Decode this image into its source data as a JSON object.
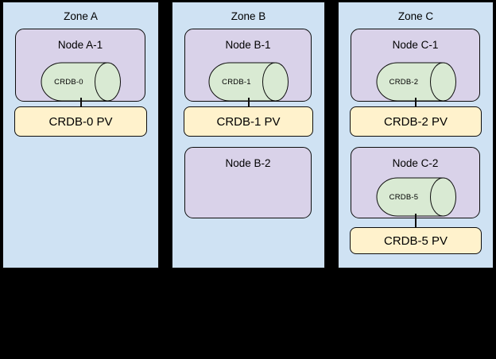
{
  "colors": {
    "canvas-bg": "#000000",
    "zone-fill": "#cfe2f3",
    "node-fill": "#d9d2e9",
    "db-fill": "#d9ead3",
    "pv-fill": "#fff2cc",
    "border": "#0d0d0d"
  },
  "zones": [
    {
      "label": "Zone A",
      "nodes": [
        {
          "label": "Node A-1",
          "db": "CRDB-0",
          "pv": "CRDB-0 PV"
        }
      ]
    },
    {
      "label": "Zone B",
      "nodes": [
        {
          "label": "Node B-1",
          "db": "CRDB-1",
          "pv": "CRDB-1 PV"
        },
        {
          "label": "Node B-2"
        }
      ]
    },
    {
      "label": "Zone C",
      "nodes": [
        {
          "label": "Node C-1",
          "db": "CRDB-2",
          "pv": "CRDB-2 PV"
        },
        {
          "label": "Node C-2",
          "db": "CRDB-5",
          "pv": "CRDB-5 PV"
        }
      ]
    }
  ]
}
